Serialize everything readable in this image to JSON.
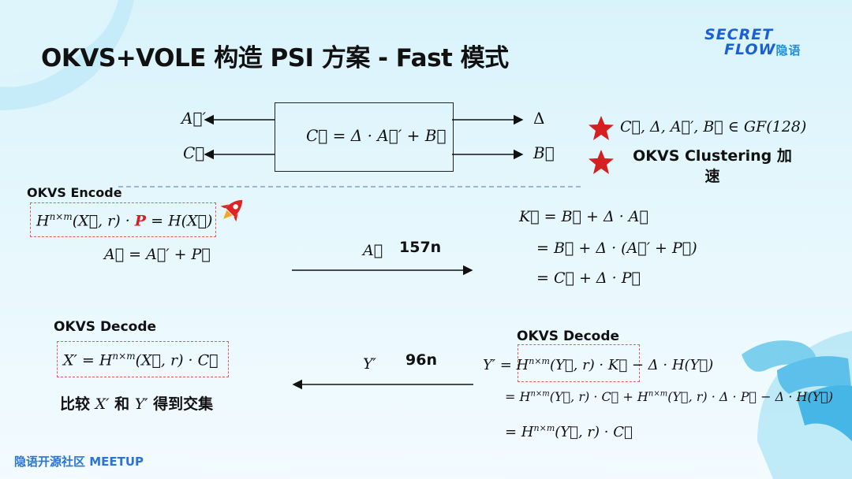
{
  "title": "OKVS+VOLE 构造 PSI 方案 - Fast 模式",
  "logo": {
    "line1": "SECRET",
    "line2": "FLOW",
    "line2_cn": "隐语"
  },
  "box": {
    "left_out_top": "A⃗′",
    "left_out_bottom": "C⃗",
    "center_eq": "C⃗ = Δ · A⃗′ + B⃗",
    "right_out_top": "Δ",
    "right_out_bottom": "B⃗"
  },
  "notes": {
    "note1": "C⃗, Δ, A⃗′, B⃗ ∈ GF(128)",
    "note2": "OKVS Clustering 加速"
  },
  "encode": {
    "label": "OKVS Encode",
    "eq_prefix": "H",
    "eq_sup": "n×m",
    "eq_mid": "(X⃗, r) · ",
    "eq_p": "P",
    "eq_suffix": " = H(X⃗)",
    "eq2": "A⃗ = A⃗′ + P⃗"
  },
  "msg1": {
    "symbol": "A⃗",
    "size": "157n"
  },
  "k_derivation": {
    "line1": "K⃗ = B⃗ + Δ · A⃗",
    "line2": "= B⃗ + Δ · (A⃗′ + P⃗)",
    "line3": "= C⃗ + Δ · P⃗"
  },
  "decode_left": {
    "label": "OKVS Decode",
    "eq_a": "X′ = H",
    "eq_sup": "n×m",
    "eq_b": "(X⃗, r) · C⃗",
    "compare_a": "比较 ",
    "compare_x": "X′",
    "compare_b": " 和 ",
    "compare_y": "Y′",
    "compare_c": " 得到交集"
  },
  "msg2": {
    "symbol": "Y′",
    "size": "96n"
  },
  "decode_right": {
    "label": "OKVS Decode",
    "l1_a": "Y′ = ",
    "l1_h": "H",
    "l1_sup": "n×m",
    "l1_b": "(Y⃗, r) · K⃗",
    "l1_c": " − Δ · H(Y⃗)",
    "l2_a": "= H",
    "l2_sup1": "n×m",
    "l2_b": "(Y⃗, r) · C⃗ + H",
    "l2_sup2": "n×m",
    "l2_c": "(Y⃗, r) · Δ · P⃗ − Δ · H(Y⃗)",
    "l3_a": "= H",
    "l3_sup": "n×m",
    "l3_b": "(Y⃗, r) · C⃗"
  },
  "footer": {
    "text": "隐语开源社区 MEETUP"
  },
  "colors": {
    "accent_red": "#d42020",
    "dash_red": "#e35a5a",
    "brand_blue": "#1b5fd6"
  }
}
